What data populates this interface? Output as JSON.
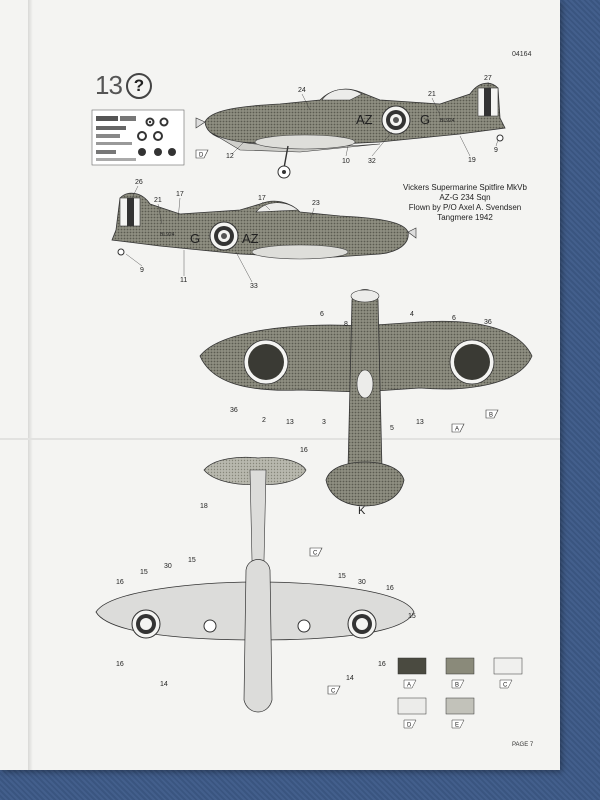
{
  "document": {
    "part_code": "04164",
    "page_number": "PAGE 7",
    "step_number": "13",
    "help_symbol": "?"
  },
  "caption": {
    "line1": "Vickers Supermarine Spitfire MkVb",
    "line2": "AZ-G   234 Sqn",
    "line3": "Flown by P/O Axel A. Svendsen",
    "line4": "Tangmere 1942"
  },
  "aircraft_codes": {
    "code_right_side": "AZ",
    "letter_right_side": "G",
    "code_left_side": "AZ",
    "letter_left_side": "G",
    "serial": "BL924",
    "tail_letter": "K"
  },
  "color_codes": {
    "a": "A",
    "b": "B",
    "c": "C",
    "d": "D",
    "e": "E"
  },
  "decal_numbers": {
    "top_side": [
      "24",
      "21",
      "27",
      "12",
      "10",
      "32",
      "19",
      "9"
    ],
    "left_side": [
      "26",
      "21",
      "17",
      "17",
      "23",
      "9",
      "11",
      "33"
    ],
    "top_view": [
      "6",
      "8",
      "4",
      "6",
      "36",
      "36",
      "2",
      "13",
      "3",
      "5",
      "13"
    ],
    "tail_view": [
      "16",
      "18"
    ],
    "bottom_view": [
      "15",
      "30",
      "15",
      "16",
      "15",
      "30",
      "16",
      "15",
      "16",
      "14",
      "14",
      "16"
    ]
  },
  "colors": {
    "paper": "#f4f4f2",
    "background_cloth": "#3f5a86",
    "camo_dark": "#4a4a40",
    "camo_light": "#9a9a8c",
    "roundel_outer": "#222222",
    "underside": "#dcdcda"
  }
}
